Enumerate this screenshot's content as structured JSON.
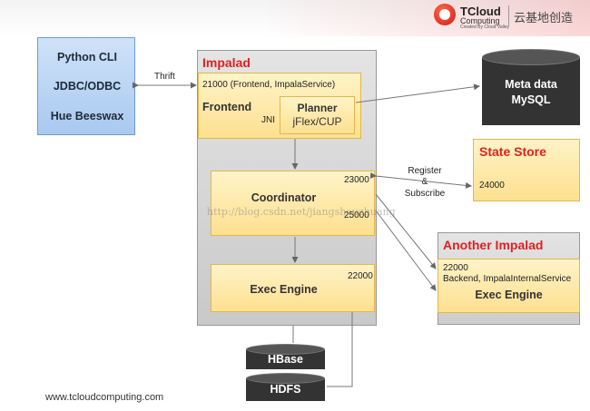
{
  "logo": {
    "name": "TCloud",
    "sub": "Computing",
    "tagline": "Created By Cloud Valley",
    "chinese": "云基地创造"
  },
  "clients": [
    "Python CLI",
    "JDBC/ODBC",
    "Hue Beeswax"
  ],
  "thrift_label": "Thrift",
  "impalad": {
    "title": "Impalad",
    "frontend_service": "21000 (Frontend, ImpalaService)",
    "frontend_label": "Frontend",
    "jni_label": "JNI",
    "planner_title": "Planner",
    "planner_sub": "jFlex/CUP",
    "coordinator_label": "Coordinator",
    "coordinator_port_top": "23000",
    "coordinator_port_bottom": "25000",
    "exec_engine_label": "Exec Engine",
    "exec_engine_port": "22000"
  },
  "metadata": {
    "line1": "Meta data",
    "line2": "MySQL"
  },
  "state_store": {
    "title": "State Store",
    "port": "24000"
  },
  "register_subscribe": {
    "line1": "Register",
    "line2": "&",
    "line3": "Subscribe"
  },
  "another_impalad": {
    "title": "Another Impalad",
    "port": "22000",
    "service": "Backend, ImpalaInternalService",
    "engine": "Exec Engine"
  },
  "storage": {
    "hbase": "HBase",
    "hdfs": "HDFS"
  },
  "watermark": "http://blog.csdn.net/jiangshouzhuang",
  "footer_url": "www.tcloudcomputing.com",
  "colors": {
    "impalad_title": "#e02121",
    "client_box": "#a9c9ef",
    "component_fill": "#fde090",
    "storage_fill": "#333333"
  }
}
